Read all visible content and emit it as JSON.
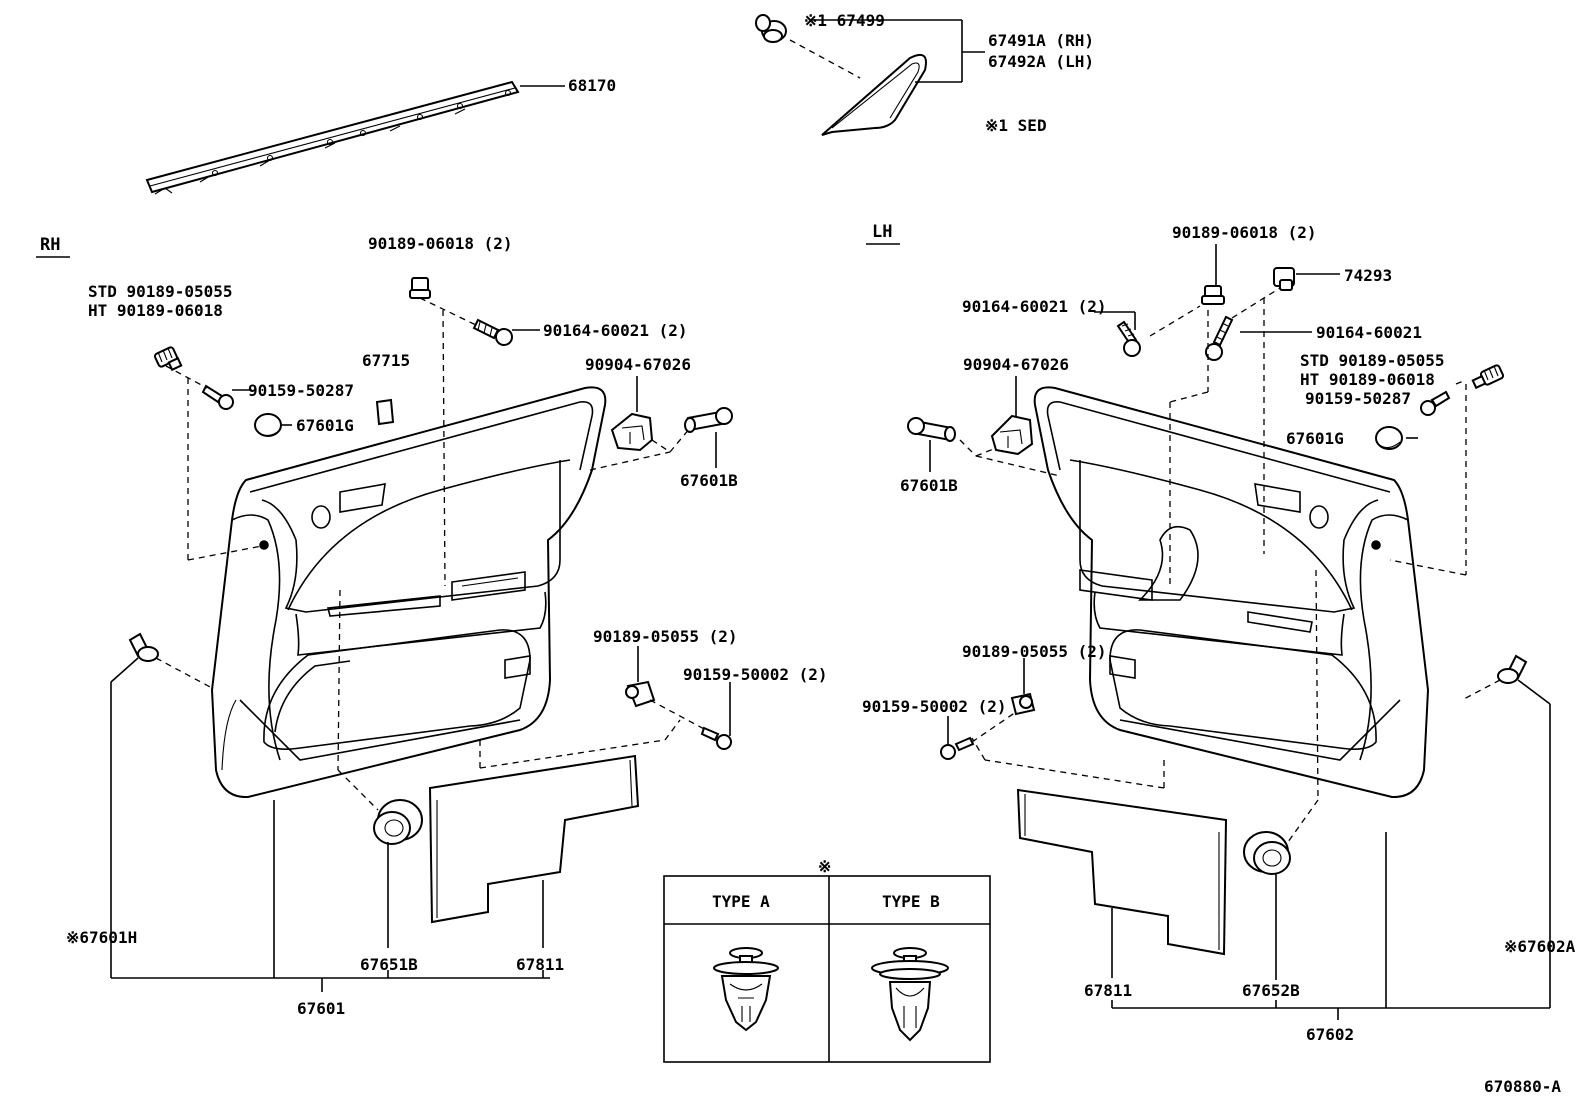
{
  "labels": {
    "rh": "RH",
    "lh": "LH",
    "p68170": "68170",
    "p67499": "※1 67499",
    "p67491A": "67491A (RH)",
    "p67492A": "67492A (LH)",
    "sed_note": "※1  SED",
    "rh_90189_06018": "90189-06018 (2)",
    "rh_std": "STD 90189-05055",
    "rh_ht": "HT  90189-06018",
    "rh_90164_60021": "90164-60021 (2)",
    "rh_90159_50287": "90159-50287",
    "rh_67715": "67715",
    "rh_67601G": "67601G",
    "rh_90904_67026": "90904-67026",
    "rh_67601B": "67601B",
    "rh_90189_05055": "90189-05055 (2)",
    "rh_90159_50002": "90159-50002 (2)",
    "rh_67601H": "※67601H",
    "rh_67651B": "67651B",
    "rh_67811": "67811",
    "rh_67601": "67601",
    "lh_90189_06018": "90189-06018 (2)",
    "lh_74293": "74293",
    "lh_90164_60021_2": "90164-60021 (2)",
    "lh_90164_60021": "90164-60021",
    "lh_90904_67026": "90904-67026",
    "lh_std": "STD 90189-05055",
    "lh_ht": "HT  90189-06018",
    "lh_90159_50287": "90159-50287",
    "lh_67601G": "67601G",
    "lh_67601B": "67601B",
    "lh_90189_05055": "90189-05055 (2)",
    "lh_90159_50002": "90159-50002 (2)",
    "lh_67602A": "※67602A",
    "lh_67811": "67811",
    "lh_67652B": "67652B",
    "lh_67602": "67602",
    "table_mark": "※",
    "type_a": "TYPE A",
    "type_b": "TYPE B",
    "figure_code": "670880-A"
  }
}
